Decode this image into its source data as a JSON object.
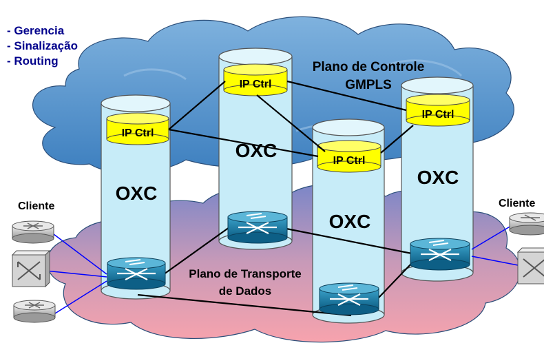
{
  "management_list": [
    "- Gerencia",
    "- Sinalização",
    "- Routing"
  ],
  "control_plane": {
    "line1": "Plano de Controle",
    "line2": "GMPLS"
  },
  "transport_plane": {
    "line1": "Plano de Transporte",
    "line2": "de Dados"
  },
  "oxc_label": "OXC",
  "ip_ctrl_label": "IP Ctrl",
  "client_left": "Cliente",
  "client_right": "Cliente",
  "colors": {
    "cloud_top": "#4f8fc7",
    "cloud_bottom": "#f4a0b0",
    "cylinder": "#c7ecf8",
    "ip_ctrl": "#ffff00",
    "switch": "#1f7fa8",
    "client_links": "#0000ff",
    "management_text": "#00008b"
  }
}
